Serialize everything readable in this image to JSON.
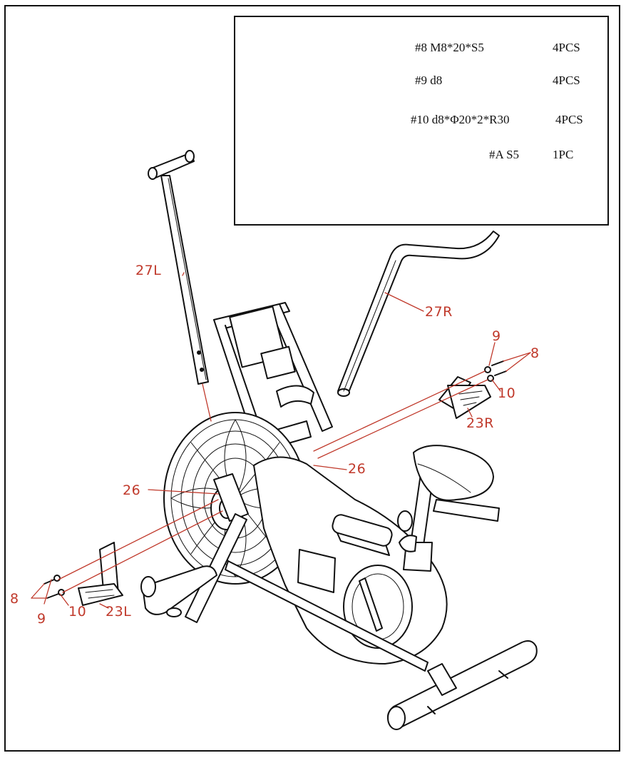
{
  "hardware": [
    {
      "code": "#8 M8*20*S5",
      "qty": "4PCS",
      "icon": "bolt-icon"
    },
    {
      "code": "#9 d8",
      "qty": "4PCS",
      "icon": "spring-washer-icon"
    },
    {
      "code": "#10 d8*Φ20*2*R30",
      "qty": "4PCS",
      "icon": "curved-washer-icon"
    },
    {
      "code": "#A S5",
      "qty": "1PC",
      "icon": "allen-key-icon"
    }
  ],
  "callouts": {
    "left_handle": "27L",
    "right_handle": "27R",
    "right_pedal_bolt": "8",
    "right_pedal_spring_washer": "9",
    "right_pedal_washer": "10",
    "right_pedal": "23R",
    "right_axle": "26",
    "left_axle": "26",
    "left_pedal_bolt": "8",
    "left_pedal_spring_washer": "9",
    "left_pedal_washer": "10",
    "left_pedal": "23L"
  },
  "colors": {
    "callout": "#c0392b",
    "line": "#111111"
  }
}
